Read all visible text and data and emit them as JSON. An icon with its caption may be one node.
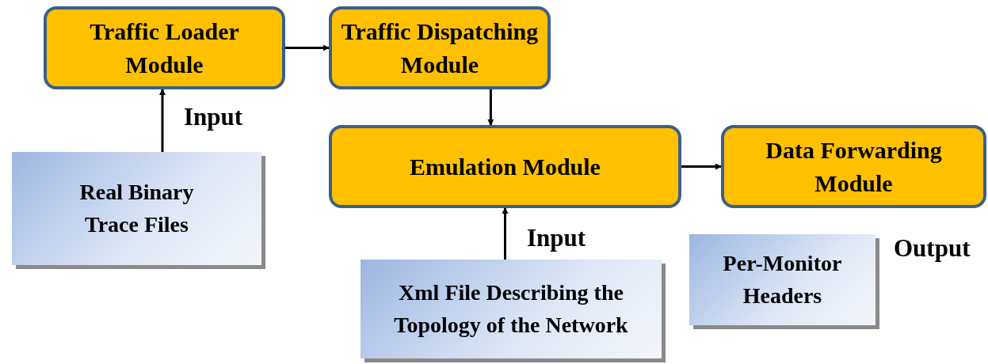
{
  "diagram": {
    "nodes": [
      {
        "text": [
          "Traffic Loader Module"
        ]
      },
      {
        "text": [
          "Traffic Dispatching Module"
        ]
      },
      {
        "text": [
          "Emulation Module"
        ]
      },
      {
        "text": [
          "Data Forwarding Module"
        ]
      },
      {
        "text": [
          "Real Binary Trace Files"
        ]
      },
      {
        "text": [
          "Xml File Describing the Topology of the Network"
        ]
      },
      {
        "text": [
          "Per-Monitor Headers"
        ]
      }
    ],
    "edges": [
      {
        "from": 0,
        "to": 1,
        "arrow": "to"
      },
      {
        "from": 1,
        "to": 2,
        "arrow": "to"
      },
      {
        "from": 2,
        "to": 3,
        "arrow": "to"
      },
      {
        "from": 4,
        "to": 0,
        "arrow": "to",
        "label": "Input"
      },
      {
        "from": 5,
        "to": 2,
        "arrow": "to",
        "label": "Input"
      }
    ],
    "labels": [
      "Output"
    ]
  }
}
